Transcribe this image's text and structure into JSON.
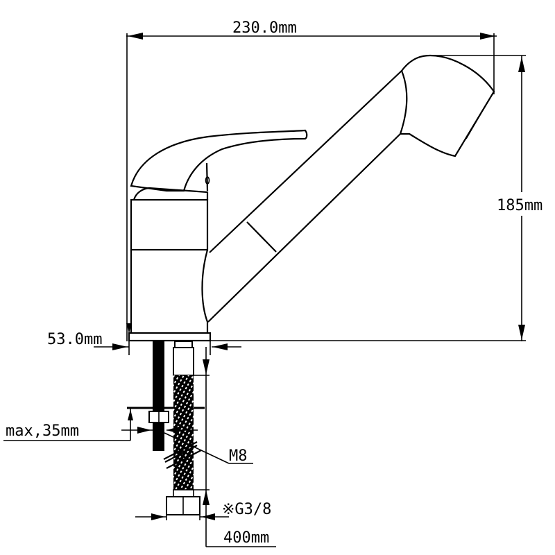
{
  "diagram": {
    "type": "technical-drawing",
    "subject": "single-lever kitchen faucet with pull-out spray",
    "colors": {
      "line": "#000000",
      "background": "#ffffff"
    },
    "dimensions": {
      "width": "230.0mm",
      "height": "185mm",
      "base_diameter": "53.0mm",
      "max_deck_thickness": "max,35mm",
      "stud_thread": "M8",
      "hose_connection": "※G3/8",
      "hose_length": "400mm"
    },
    "parts": [
      "lever-handle",
      "faucet-body",
      "base-plate",
      "pull-out-spout",
      "spray-head",
      "mounting-stud",
      "hex-nut",
      "braided-hose",
      "hose-nut"
    ]
  }
}
